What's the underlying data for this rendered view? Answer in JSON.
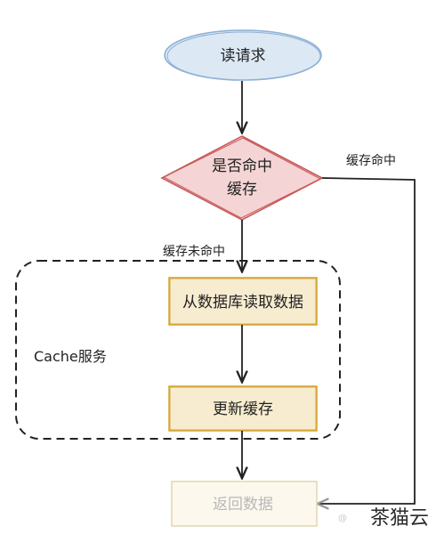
{
  "diagram": {
    "start": {
      "label": "读请求"
    },
    "decision": {
      "line1": "是否命中",
      "line2": "缓存"
    },
    "edge_hit": {
      "label": "缓存命中"
    },
    "edge_miss": {
      "label": "缓存未命中"
    },
    "group": {
      "label": "Cache服务"
    },
    "read_db": {
      "label": "从数据库读取数据"
    },
    "update_cache": {
      "label": "更新缓存"
    },
    "return_data": {
      "label": "返回数据"
    }
  },
  "watermark": {
    "text": "茶猫云"
  },
  "colors": {
    "ellipse_fill": "#dce8f4",
    "ellipse_stroke": "#8eb0d6",
    "diamond_fill": "#f4d4d4",
    "diamond_stroke": "#c85a5a",
    "box_fill": "#f8ecd0",
    "box_stroke": "#d6a838",
    "line": "#222222",
    "faded_stroke": "#e2d2a8"
  }
}
